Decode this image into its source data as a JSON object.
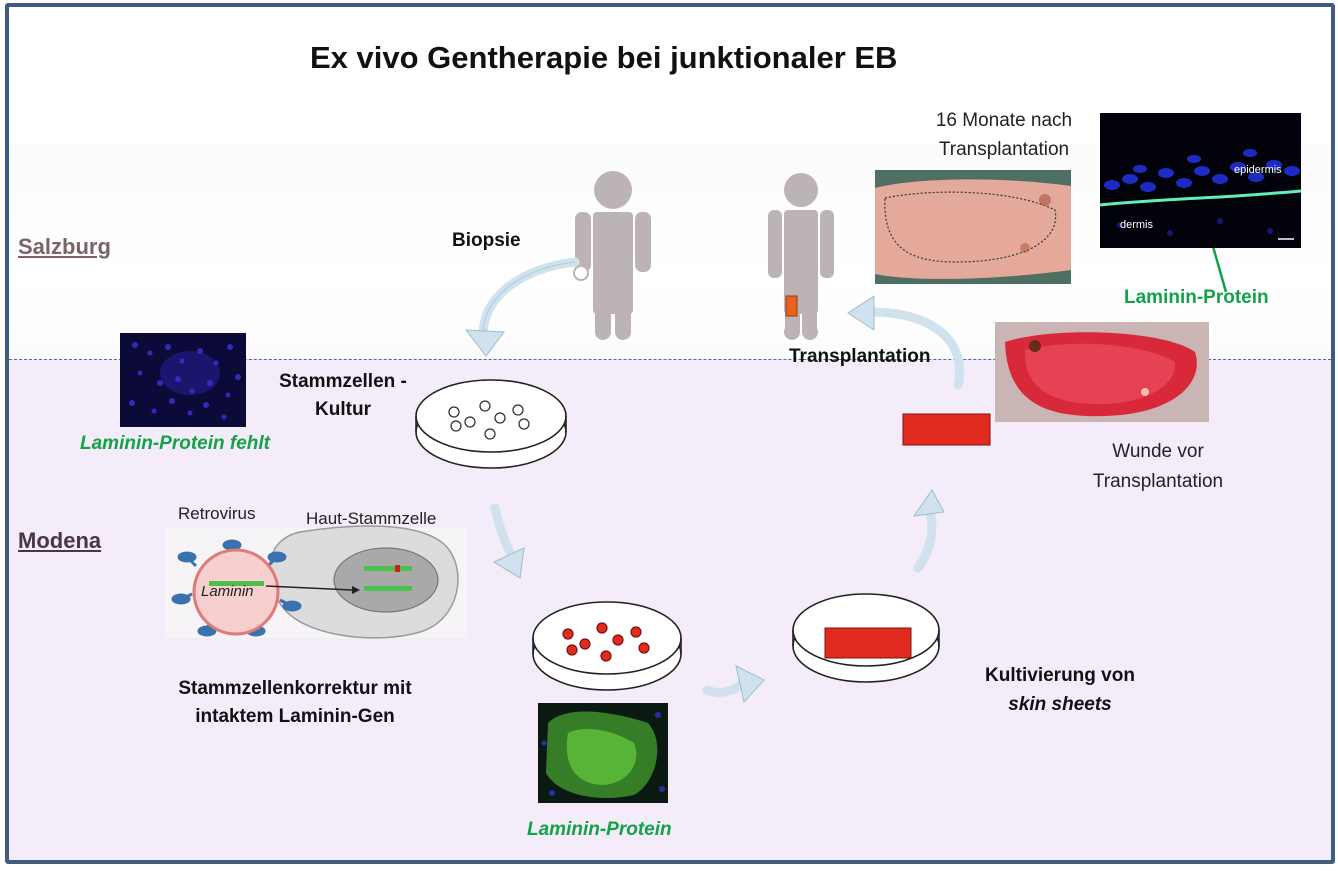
{
  "title": "Ex vivo Gentherapie bei junktionaler  EB",
  "sites": {
    "salzburg": "Salzburg",
    "modena": "Modena"
  },
  "labels": {
    "biopsie": "Biopsie",
    "stammzellen_kultur_1": "Stammzellen -",
    "stammzellen_kultur_2": "Kultur",
    "laminin_fehlt": "Laminin-Protein fehlt",
    "retrovirus": "Retrovirus",
    "haut_stammzelle": "Haut-Stammzelle",
    "laminin_gene": "Laminin",
    "korrektur_1": "Stammzellenkorrektur mit",
    "korrektur_2": "intaktem Laminin-Gen",
    "laminin_protein_bottom": "Laminin-Protein",
    "kultivierung_1": "Kultivierung von",
    "kultivierung_2": "skin sheets",
    "transplantation": "Transplantation",
    "wunde_1": "Wunde vor",
    "wunde_2": "Transplantation",
    "monate_1": "16 Monate nach",
    "monate_2": "Transplantation",
    "laminin_protein_top": "Laminin-Protein",
    "epidermis": "epidermis",
    "dermis": "dermis"
  },
  "colors": {
    "frame": "#3f5b80",
    "modena_band": "#f4ecf8",
    "divider": "#3f6fa8",
    "figure": "#bcb4b4",
    "arrow": "#cfe2ee",
    "laminin_green": "#12a34a",
    "cell_red": "#e02b1e"
  },
  "icons": [
    "person-figure",
    "curved-arrow",
    "petri-dish",
    "retrovirus",
    "stem-cell",
    "microscopy-image",
    "skin-photo"
  ]
}
